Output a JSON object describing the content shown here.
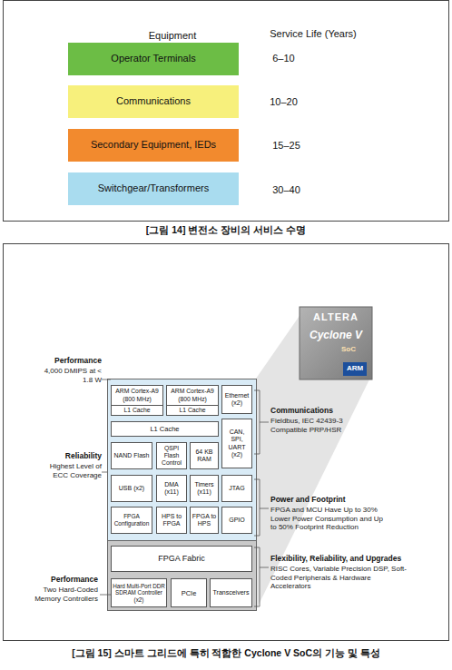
{
  "diagram": {
    "caption": "[그림 15] 스마트 그리드에 특히 적합한 Cyclone V SoC의 기능 및 특성",
    "nodes": [
      {
        "text": [
          "Operator Terminals"
        ]
      },
      {
        "text": [
          "Communications"
        ]
      },
      {
        "text": [
          "Secondary Equipment, IEDs"
        ]
      },
      {
        "text": [
          "Switchgear/Transformers"
        ]
      },
      {
        "text": [
          "ARM Cortex-A9 (800 MHz)",
          "L1 Cache"
        ]
      },
      {
        "text": [
          "ARM Cortex-A9 (800 MHz)",
          "L1 Cache"
        ]
      },
      {
        "text": [
          "Ethernet (x2)"
        ]
      },
      {
        "text": [
          "L1 Cache"
        ]
      },
      {
        "text": [
          "CAN, SPI, UART (x2)"
        ]
      },
      {
        "text": [
          "NAND Flash"
        ]
      },
      {
        "text": [
          "QSPI Flash Control"
        ]
      },
      {
        "text": [
          "64 KB RAM"
        ]
      },
      {
        "text": [
          "USB (x2)"
        ]
      },
      {
        "text": [
          "DMA (x11)"
        ]
      },
      {
        "text": [
          "Timers (x11)"
        ]
      },
      {
        "text": [
          "JTAG"
        ]
      },
      {
        "text": [
          "FPGA Configuration"
        ]
      },
      {
        "text": [
          "HPS to FPGA"
        ]
      },
      {
        "text": [
          "FPGA to HPS"
        ]
      },
      {
        "text": [
          "GPIO"
        ]
      },
      {
        "text": [
          "FPGA Fabric"
        ]
      },
      {
        "text": [
          "Hard Multi-Port DDR SDRAM Controller (x2)"
        ]
      },
      {
        "text": [
          "PCIe"
        ]
      },
      {
        "text": [
          "Transceivers"
        ]
      }
    ],
    "labels": [
      "Equipment",
      "Service Life (Years)",
      "6–10",
      "10–20",
      "15–25",
      "30–40",
      "[그림 14] 변전소 장비의 서비스 수명",
      "ALTERA",
      "Cyclone V",
      "SoC",
      "ARM",
      "Performance",
      "4,000 DMIPS at < 1.8 W",
      "Reliability",
      "Highest Level of ECC Coverage",
      "Performance",
      "Two Hard-Coded Memory Controllers",
      "Communications",
      "Fieldbus, IEC 42439-3 Compatible PRP/HSR",
      "Power and Footprint",
      "FPGA and MCU Have Up to 30% Lower Power Consumption and Up to 50% Footprint Reduction",
      "Flexibility, Reliability, and Upgrades",
      "RISC Cores, Variable Precision DSP, Soft-Coded Peripherals & Hardware Accelerators"
    ]
  }
}
